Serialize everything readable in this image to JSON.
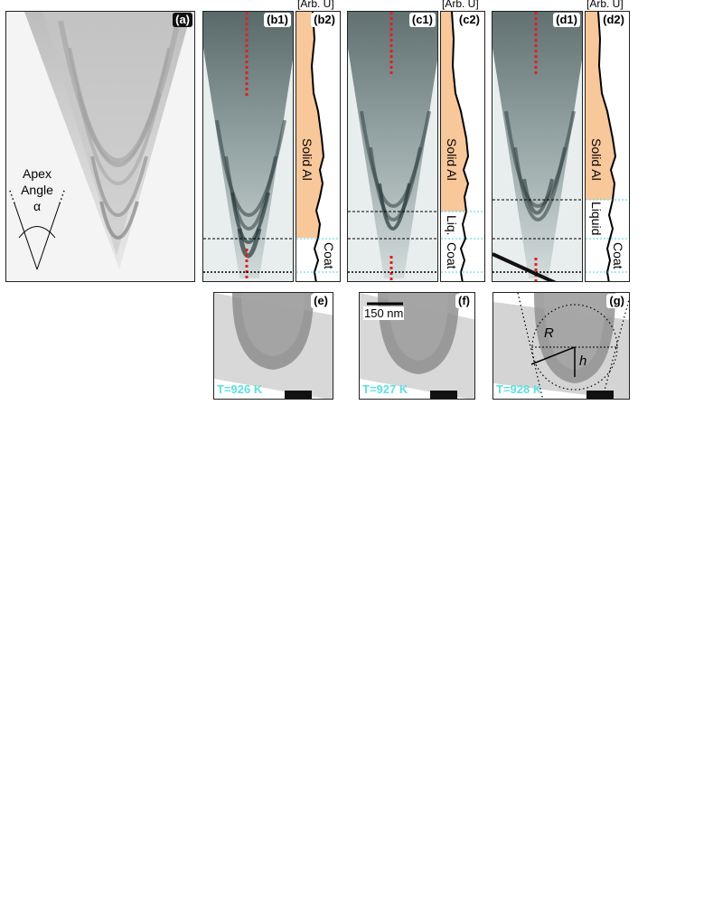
{
  "panels": {
    "a": {
      "tag": "(a)",
      "apex_label_1": "Apex",
      "apex_label_2": "Angle",
      "alpha": "α"
    },
    "b1": {
      "tag": "(b1)"
    },
    "b2": {
      "tag": "(b2)",
      "unit": "[Arb. U]",
      "solid": "Solid Al",
      "coat": "Coat"
    },
    "c1": {
      "tag": "(c1)"
    },
    "c2": {
      "tag": "(c2)",
      "unit": "[Arb. U]",
      "solid": "Solid Al",
      "liquid": "Liq.",
      "coat": "Coat"
    },
    "d1": {
      "tag": "(d1)"
    },
    "d2": {
      "tag": "(d2)",
      "unit": "[Arb. U]",
      "solid": "Solid Al",
      "liquid": "Liquid",
      "coat": "Coat"
    },
    "e": {
      "tag": "(e)",
      "temp": "T=926 K"
    },
    "f": {
      "tag": "(f)",
      "temp": "T=927 K",
      "scalebar": "150 nm"
    },
    "g": {
      "tag": "(g)",
      "temp": "T=928 K",
      "R": "R",
      "h": "h"
    }
  },
  "colors": {
    "profile_fill": "#f8c79a",
    "dotted_red": "#e0201c",
    "cyan": "#4fd0e8",
    "temp_text": "#5fe0e0"
  }
}
